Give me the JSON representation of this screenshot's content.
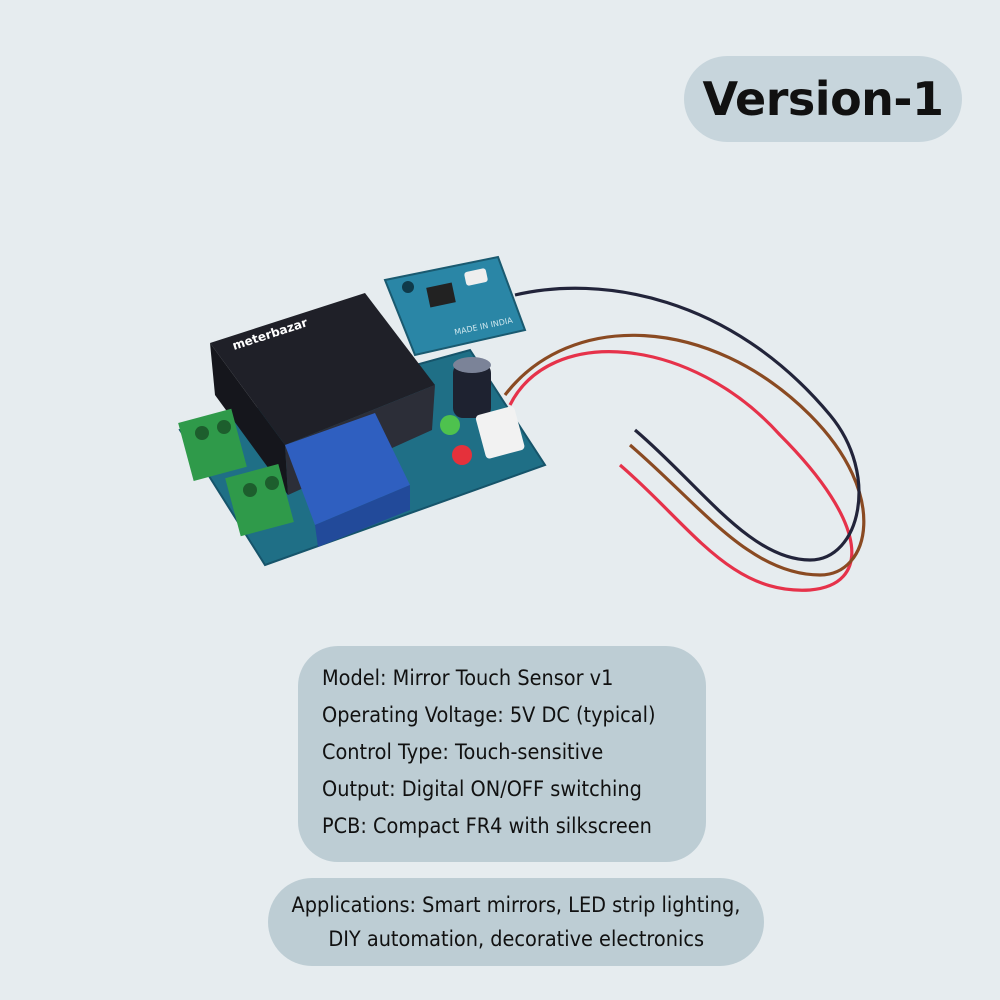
{
  "badge": {
    "version": "Version-1"
  },
  "product_image": {
    "brand_logo_text": "meterbazar",
    "board_marking": "MADE IN INDIA",
    "colors": {
      "pcb": "#1f6f86",
      "relay": "#2f5fc0",
      "capacitor": "#1e2230",
      "terminal": "#2f9a4a",
      "wire_red": "#e6324a",
      "wire_brown": "#8a4a22",
      "wire_black": "#22243a"
    }
  },
  "specs": {
    "lines": [
      "Model: Mirror Touch Sensor v1",
      "Operating Voltage: 5V DC (typical)",
      "Control Type: Touch-sensitive",
      "Output: Digital ON/OFF switching",
      "PCB: Compact FR4 with silkscreen"
    ]
  },
  "applications": {
    "line1": "Applications: Smart mirrors, LED strip lighting,",
    "line2": "DIY automation, decorative electronics"
  }
}
